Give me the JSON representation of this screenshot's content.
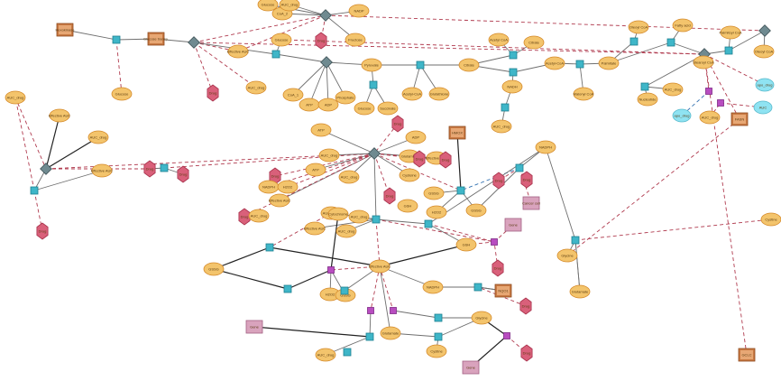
{
  "colors": {
    "metabolite_fill": "#f3c46c",
    "metabolite_stroke": "#d58a2a",
    "drug_fill": "#d9607a",
    "drug_stroke": "#a8324c",
    "protein_fill": "#c87a44",
    "protein_stroke": "#8f4a1c",
    "reaction_fill": "#3fb6c8",
    "reaction_stroke": "#1d7f90",
    "transport_fill": "#b84dc0",
    "gene_fill": "#d9a3bd",
    "gene_stroke": "#a26083",
    "cyan_fill": "#8fe3f2",
    "edge_solid": "#6f6f6f",
    "edge_dark": "#222222",
    "edge_dashed": "#b03a4e",
    "edge_blue": "#2f6fb0"
  },
  "nodes": {
    "m1": "Glucose",
    "m2": "Cytochrome",
    "m3": "Fructose",
    "m4": "AUC_drug",
    "m5": "Pyruvate",
    "m6": "ATP",
    "m7": "ADP",
    "m8": "CoA_1",
    "m9": "Phosphate",
    "m10": "Glucose",
    "m11": "Succinate",
    "m12": "Acetyl-CoA",
    "m13": "Citrate",
    "m14": "NADH",
    "m15": "AUC_drug",
    "m16": "AUC_drug",
    "m17": "Effective AUC",
    "m18": "AUC_drug",
    "m19": "Effective AUC",
    "m20": "ATP",
    "m21": "ADP",
    "m22": "AUC_drug",
    "m23": "Glutamine",
    "m24": "Effective AUC",
    "m25": "ATP",
    "m26": "AUC_drug",
    "m27": "Cysteine",
    "m28": "NADPH",
    "m29": "H2O2",
    "m30": "Effective AUC",
    "m31": "GSH",
    "m32": "GSSG",
    "m33": "H2O2",
    "m34": "GSSG",
    "m35": "NADPH",
    "m36": "Glycine",
    "m37": "Glutamate",
    "m38": "Cystine",
    "m39": "AUC_drug",
    "m40": "AUC_drug",
    "m41": "Acetyl-CoA",
    "m42": "Malonyl CoA",
    "m43": "Palmitate",
    "m44": "Oleoyl CoA",
    "m45": "Fatty acid",
    "m46": "Stearoyl CoA",
    "m47": "Palmitoyl CoA",
    "m48": "Oleoyl CoA",
    "m49": "Nucleotide",
    "m50": "AUC_drug",
    "m51": "Effective AUC",
    "m52": "Glucose",
    "m53": "CoA_2",
    "m54": "Acetyl CoA",
    "m55": "Citrate",
    "m56": "NADP",
    "m57": "AUC_drug",
    "m58": "Glucose",
    "m59": "AUC_drug",
    "m60": "Glutathione",
    "d1": "Drug",
    "d2": "Drug",
    "d3": "Drug",
    "d4": "Drug",
    "d5": "Drug",
    "d6": "Drug",
    "d7": "Drug",
    "d8": "Drug",
    "d9": "Drug",
    "d10": "Drug",
    "d11": "Drug",
    "d12": "Drug",
    "d13": "Drug",
    "d14": "Drug",
    "p1": "Hexokinase",
    "p2": "Glucose transp.",
    "p3": "HMOX",
    "p4": "NQO1",
    "p5": "GCLC",
    "p6": "Lactate dehydr.",
    "p7": "FASN",
    "g1": "Gene",
    "g2": "Cancer cell",
    "g3": "Gene",
    "c1": "apo_drug",
    "c2": "apo_drug",
    "c3": "AUC"
  }
}
